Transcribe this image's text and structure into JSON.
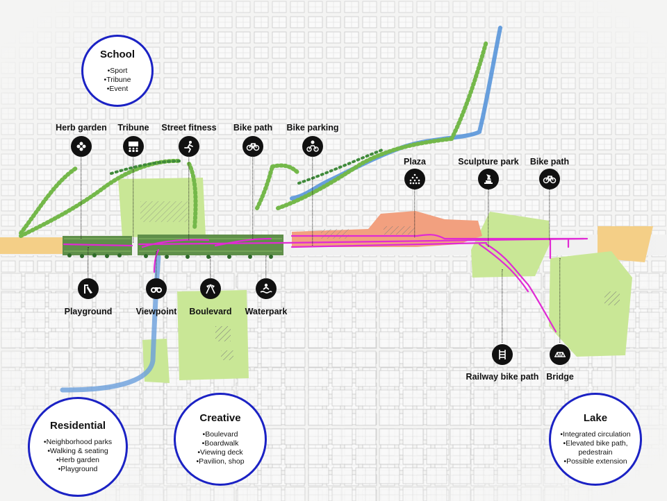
{
  "colors": {
    "corridor_green": "#5f8f4a",
    "park_lime": "#c9e796",
    "plaza_salmon": "#f2a07f",
    "railway_orange": "#f4cf87",
    "route_magenta": "#e02ad4",
    "river_blue": "#4f8fd8",
    "district_ring": "#1b22c4",
    "icon_black": "#111111"
  },
  "pois": [
    {
      "key": "herb-garden",
      "label": "Herb garden",
      "icon": "flower-icon"
    },
    {
      "key": "tribune",
      "label": "Tribune",
      "icon": "tribune-icon"
    },
    {
      "key": "street-fitness",
      "label": "Street fitness",
      "icon": "runner-icon"
    },
    {
      "key": "bike-path-west",
      "label": "Bike path",
      "icon": "bicycle-icon"
    },
    {
      "key": "bike-parking",
      "label": "Bike parking",
      "icon": "bicycle-parking-icon"
    },
    {
      "key": "plaza",
      "label": "Plaza",
      "icon": "crowd-icon"
    },
    {
      "key": "sculpture-park",
      "label": "Sculpture park",
      "icon": "sculpture-icon"
    },
    {
      "key": "bike-path-east",
      "label": "Bike path",
      "icon": "bicycle-icon"
    },
    {
      "key": "playground",
      "label": "Playground",
      "icon": "slide-icon"
    },
    {
      "key": "viewpoint",
      "label": "Viewpoint",
      "icon": "binoculars-icon"
    },
    {
      "key": "boulevard",
      "label": "Boulevard",
      "icon": "flags-icon"
    },
    {
      "key": "waterpark",
      "label": "Waterpark",
      "icon": "swimmer-icon"
    },
    {
      "key": "railway-bike-path",
      "label": "Railway bike path",
      "icon": "railway-icon"
    },
    {
      "key": "bridge",
      "label": "Bridge",
      "icon": "bridge-icon"
    }
  ],
  "districts": {
    "school": {
      "title": "School",
      "items": [
        "Sport",
        "Tribune",
        "Event"
      ]
    },
    "residential": {
      "title": "Residential",
      "items": [
        "Neighborhood parks",
        "Walking & seating",
        "Herb garden",
        "Playground"
      ]
    },
    "creative": {
      "title": "Creative",
      "items": [
        "Boulevard",
        "Boardwalk",
        "Viewing deck",
        "Pavilion, shop"
      ]
    },
    "lake": {
      "title": "Lake",
      "items": [
        "Integrated circulation",
        "Elevated bike path, pedestrain",
        "Possible extension"
      ]
    }
  }
}
